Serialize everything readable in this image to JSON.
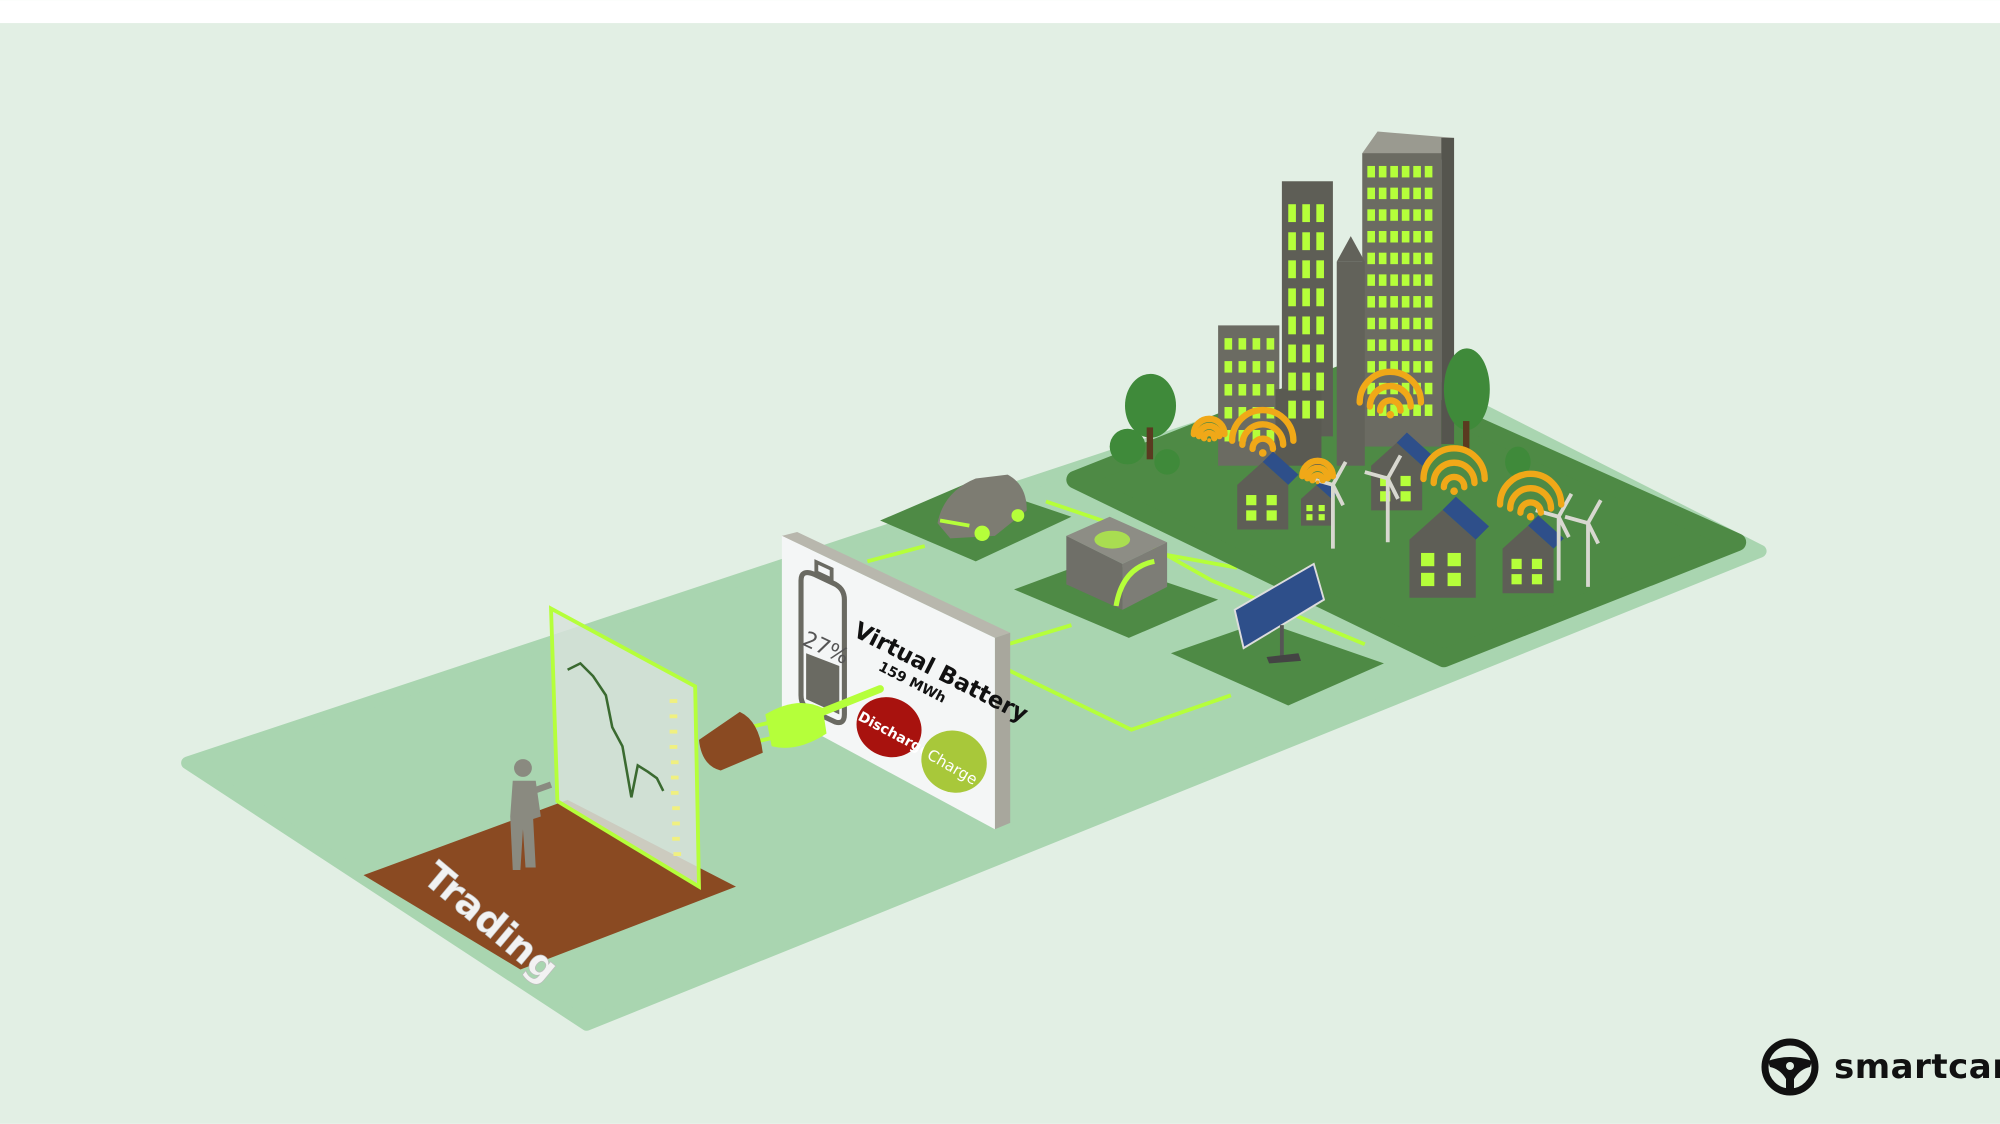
{
  "battery_display": {
    "title": "Virtual Battery",
    "capacity": "159 MWh",
    "charge_level_text": "27%",
    "charge_level": 0.27,
    "discharge_label": "Discharge",
    "charge_label": "Charge"
  },
  "trading": {
    "label": "Trading"
  },
  "brand": {
    "name": "smartcar",
    "icon": "steering-wheel-icon"
  },
  "colors": {
    "background": "#e2efe4",
    "platform": "#a9d5b0",
    "island": "#4e8a45",
    "accent_green": "#b5ff3a",
    "discharge": "#a8120e",
    "charge": "#a8c83a",
    "trading_floor": "#8a4a22",
    "wifi": "#f0a818"
  }
}
